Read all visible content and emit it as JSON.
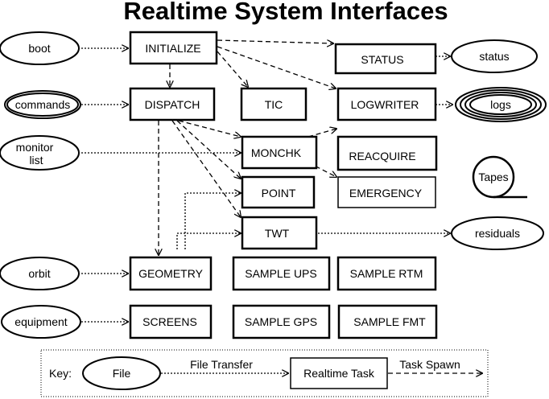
{
  "title": "Realtime System Interfaces",
  "files": {
    "boot": "boot",
    "commands": "commands",
    "monitor_list_line1": "monitor",
    "monitor_list_line2": "list",
    "orbit": "orbit",
    "equipment": "equipment",
    "status": "status",
    "logs": "logs",
    "residuals": "residuals",
    "tapes": "Tapes"
  },
  "tasks": {
    "initialize": "INITIALIZE",
    "dispatch": "DISPATCH",
    "status": "STATUS",
    "tic": "TIC",
    "logwriter": "LOGWRITER",
    "monchk": "MONCHK",
    "reacquire": "REACQUIRE",
    "point": "POINT",
    "emergency": "EMERGENCY",
    "twt": "TWT",
    "geometry": "GEOMETRY",
    "sample_ups": "SAMPLE UPS",
    "sample_rtm": "SAMPLE RTM",
    "screens": "SCREENS",
    "sample_gps": "SAMPLE GPS",
    "sample_fmt": "SAMPLE FMT"
  },
  "key": {
    "label": "Key:",
    "file": "File",
    "file_transfer": "File Transfer",
    "realtime_task": "Realtime Task",
    "task_spawn": "Task Spawn"
  }
}
